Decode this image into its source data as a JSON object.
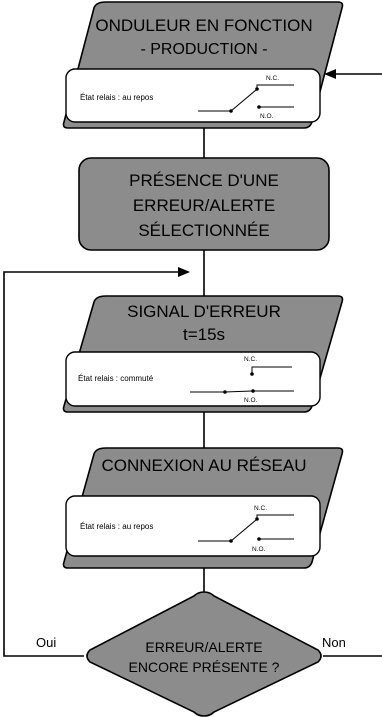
{
  "colors": {
    "shape_fill": "#8c8c8c",
    "line": "#000000",
    "inner_fill": "#ffffff"
  },
  "box1": {
    "title_line1": "ONDULEUR EN FONCTION",
    "title_line2": "- PRODUCTION -",
    "relay_label": "État relais : au repos",
    "nc": "N.C.",
    "no": "N.O."
  },
  "box2": {
    "line1": "PRÉSENCE D'UNE",
    "line2": "ERREUR/ALERTE",
    "line3": "SÉLECTIONNÉE"
  },
  "box3": {
    "title_line1": "SIGNAL D'ERREUR",
    "title_line2": "t=15s",
    "relay_label": "État relais : commuté",
    "nc": "N.C.",
    "no": "N.O."
  },
  "box4": {
    "title_line1": "CONNEXION AU RÉSEAU",
    "relay_label": "État relais : au repos",
    "nc": "N.C.",
    "no": "N.O."
  },
  "decision": {
    "line1": "ERREUR/ALERTE",
    "line2": "ENCORE PRÉSENTE ?",
    "yes_label": "Oui",
    "no_label": "Non"
  }
}
